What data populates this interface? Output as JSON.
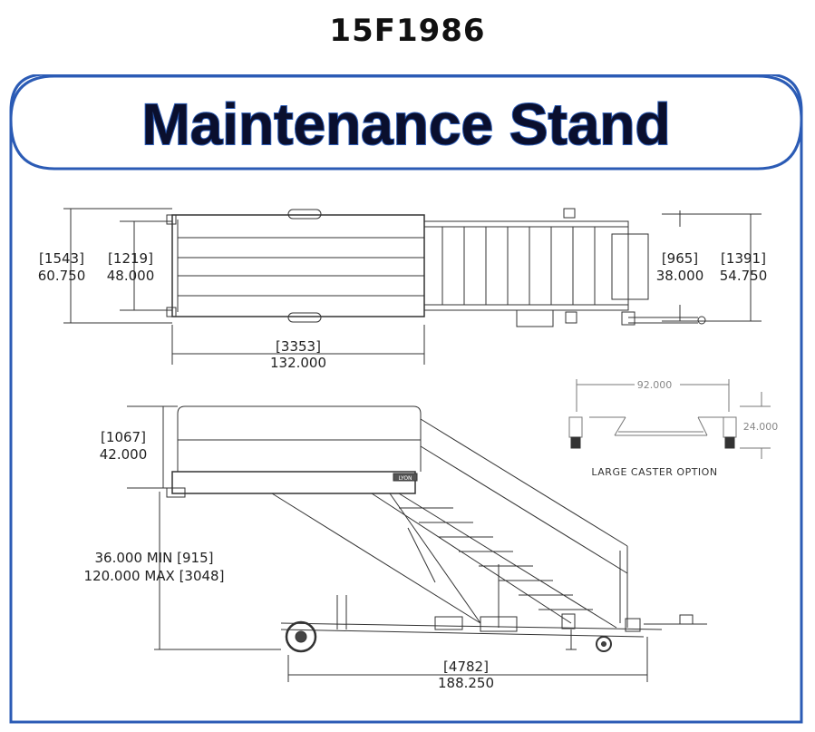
{
  "header": {
    "model": "15F1986",
    "title": "Maintenance Stand"
  },
  "top_view": {
    "width_outer_mm": "[1543]",
    "width_outer_in": "60.750",
    "width_platform_mm": "[1219]",
    "width_platform_in": "48.000",
    "length_mm": "[3353]",
    "length_in": "132.000",
    "stair_width_mm": "[965]",
    "stair_width_in": "38.000",
    "stair_outer_mm": "[1391]",
    "stair_outer_in": "54.750"
  },
  "side_view": {
    "rail_height_mm": "[1067]",
    "rail_height_in": "42.000",
    "height_min": "36.000 MIN [915]",
    "height_max": "120.000 MAX [3048]",
    "overall_length_mm": "[4782]",
    "overall_length_in": "188.250",
    "brand_plate": "LYON"
  },
  "caster_option": {
    "width": "92.000",
    "height": "24.000",
    "caption": "LARGE CASTER OPTION"
  },
  "colors": {
    "frame_blue": "#2b5bb5",
    "title_fill": "#0a0f2e",
    "line": "#333333"
  }
}
